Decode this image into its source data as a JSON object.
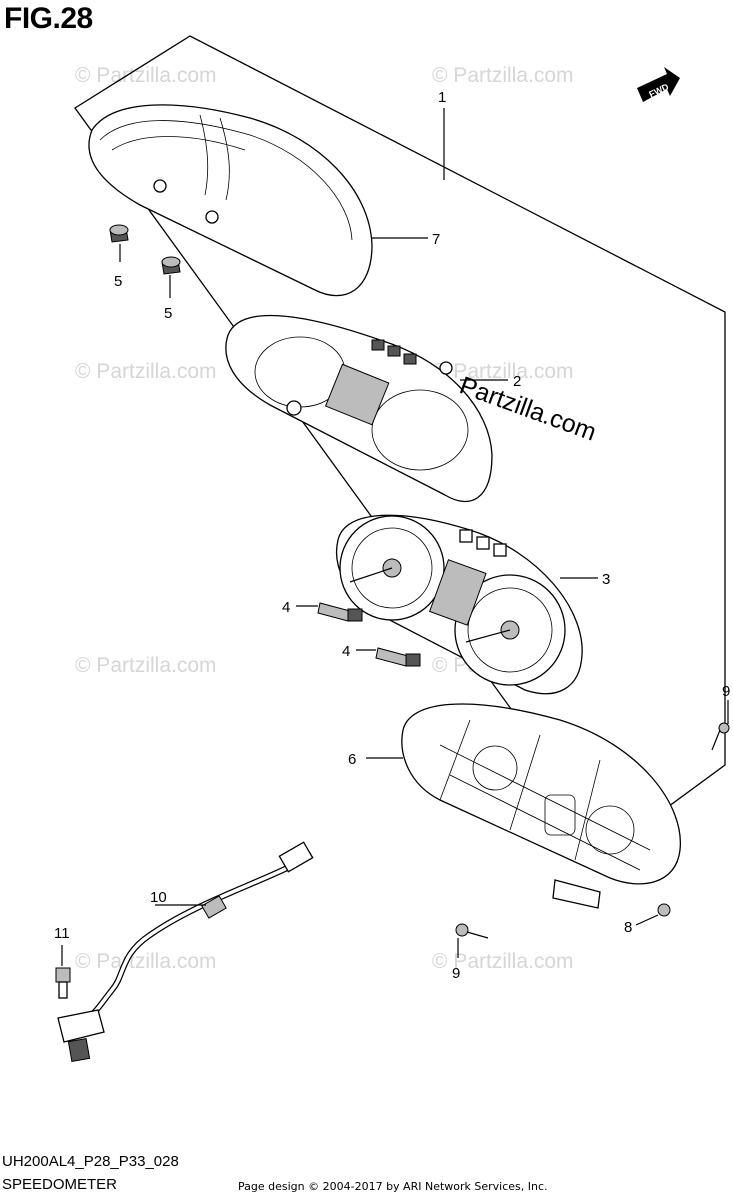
{
  "figure": {
    "title": "FIG.28",
    "code": "UH200AL4_P28_P33_028",
    "name": "SPEEDOMETER",
    "copyright": "Page design © 2004-2017 by ARI Network Services, Inc."
  },
  "direction_badge": {
    "text": "FWD"
  },
  "brand_text": "Partzilla.com",
  "watermark_text": "© Partzilla.com",
  "callouts": [
    "1",
    "7",
    "5",
    "5",
    "2",
    "3",
    "4",
    "4",
    "9",
    "6",
    "10",
    "11",
    "8",
    "9"
  ]
}
